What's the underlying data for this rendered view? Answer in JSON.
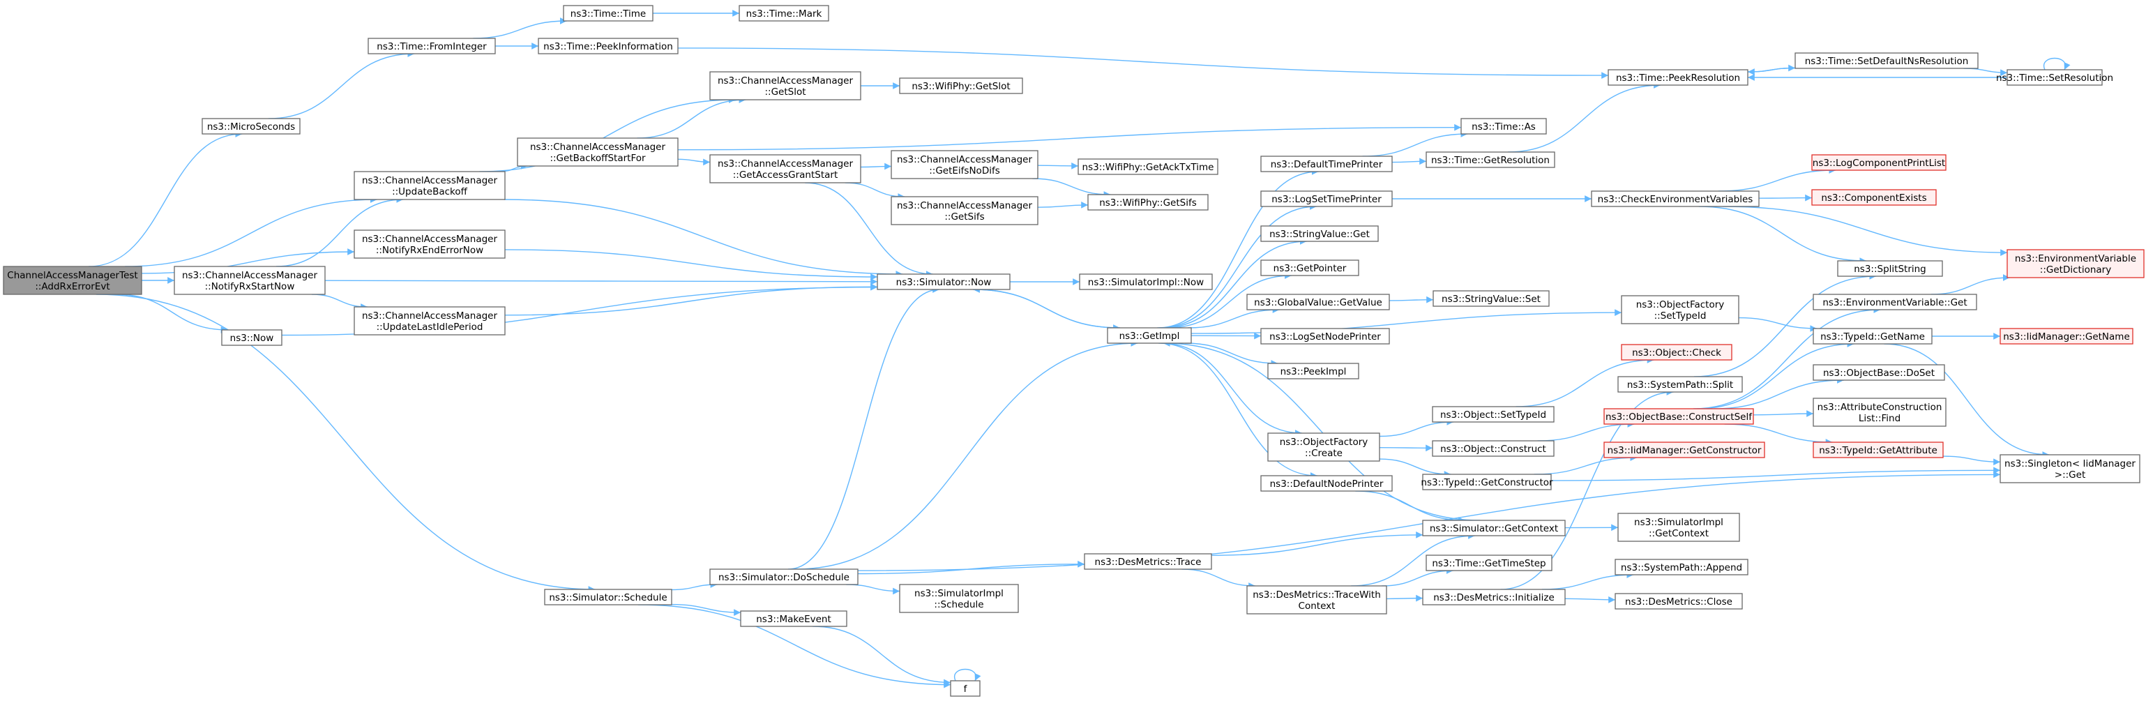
{
  "graph": {
    "title": "",
    "edge_color": "#63b8ff",
    "node_border_color": "#666666",
    "highlight_border_color": "#e0302a",
    "root_fill_color": "#999999",
    "nodes": [
      {
        "id": "root",
        "lines": [
          "ChannelAccessManagerTest",
          "::AddRxErrorEvt"
        ],
        "kind": "root"
      },
      {
        "id": "micro",
        "lines": [
          "ns3::MicroSeconds"
        ]
      },
      {
        "id": "fromint",
        "lines": [
          "ns3::Time::FromInteger"
        ]
      },
      {
        "id": "time",
        "lines": [
          "ns3::Time::Time"
        ]
      },
      {
        "id": "mark",
        "lines": [
          "ns3::Time::Mark"
        ]
      },
      {
        "id": "peekinfo",
        "lines": [
          "ns3::Time::PeekInformation"
        ]
      },
      {
        "id": "peekres",
        "lines": [
          "ns3::Time::PeekResolution"
        ]
      },
      {
        "id": "setdef",
        "lines": [
          "ns3::Time::SetDefaultNsResolution"
        ]
      },
      {
        "id": "setres",
        "lines": [
          "ns3::Time::SetResolution"
        ]
      },
      {
        "id": "getslot",
        "lines": [
          "ns3::ChannelAccessManager",
          "::GetSlot"
        ]
      },
      {
        "id": "physlot",
        "lines": [
          "ns3::WifiPhy::GetSlot"
        ]
      },
      {
        "id": "backoffstart",
        "lines": [
          "ns3::ChannelAccessManager",
          "::GetBackoffStartFor"
        ]
      },
      {
        "id": "timeas",
        "lines": [
          "ns3::Time::As"
        ]
      },
      {
        "id": "updbackoff",
        "lines": [
          "ns3::ChannelAccessManager",
          "::UpdateBackoff"
        ]
      },
      {
        "id": "accessgrant",
        "lines": [
          "ns3::ChannelAccessManager",
          "::GetAccessGrantStart"
        ]
      },
      {
        "id": "eifs",
        "lines": [
          "ns3::ChannelAccessManager",
          "::GetEifsNoDifs"
        ]
      },
      {
        "id": "acktx",
        "lines": [
          "ns3::WifiPhy::GetAckTxTime"
        ]
      },
      {
        "id": "camsifs",
        "lines": [
          "ns3::ChannelAccessManager",
          "::GetSifs"
        ]
      },
      {
        "id": "physifs",
        "lines": [
          "ns3::WifiPhy::GetSifs"
        ]
      },
      {
        "id": "deftimeprinter",
        "lines": [
          "ns3::DefaultTimePrinter"
        ]
      },
      {
        "id": "getres",
        "lines": [
          "ns3::Time::GetResolution"
        ]
      },
      {
        "id": "logtimeprinter",
        "lines": [
          "ns3::LogSetTimePrinter"
        ]
      },
      {
        "id": "checkenv",
        "lines": [
          "ns3::CheckEnvironmentVariables"
        ]
      },
      {
        "id": "logcomp",
        "lines": [
          "ns3::LogComponentPrintList"
        ],
        "kind": "red"
      },
      {
        "id": "compexists",
        "lines": [
          "ns3::ComponentExists"
        ],
        "kind": "red"
      },
      {
        "id": "envdict",
        "lines": [
          "ns3::EnvironmentVariable",
          "::GetDictionary"
        ],
        "kind": "red"
      },
      {
        "id": "rxend",
        "lines": [
          "ns3::ChannelAccessManager",
          "::NotifyRxEndErrorNow"
        ]
      },
      {
        "id": "rxstart",
        "lines": [
          "ns3::ChannelAccessManager",
          "::NotifyRxStartNow"
        ]
      },
      {
        "id": "simnow",
        "lines": [
          "ns3::Simulator::Now"
        ]
      },
      {
        "id": "simimplnow",
        "lines": [
          "ns3::SimulatorImpl::Now"
        ]
      },
      {
        "id": "strget",
        "lines": [
          "ns3::StringValue::Get"
        ]
      },
      {
        "id": "getpointer",
        "lines": [
          "ns3::GetPointer"
        ]
      },
      {
        "id": "splitstring",
        "lines": [
          "ns3::SplitString"
        ]
      },
      {
        "id": "globalget",
        "lines": [
          "ns3::GlobalValue::GetValue"
        ]
      },
      {
        "id": "strset",
        "lines": [
          "ns3::StringValue::Set"
        ]
      },
      {
        "id": "envget",
        "lines": [
          "ns3::EnvironmentVariable::Get"
        ]
      },
      {
        "id": "updidle",
        "lines": [
          "ns3::ChannelAccessManager",
          "::UpdateLastIdlePeriod"
        ]
      },
      {
        "id": "objfactorysettid",
        "lines": [
          "ns3::ObjectFactory",
          "::SetTypeId"
        ]
      },
      {
        "id": "now",
        "lines": [
          "ns3::Now"
        ]
      },
      {
        "id": "getimpl",
        "lines": [
          "ns3::GetImpl"
        ]
      },
      {
        "id": "lognodeprinter",
        "lines": [
          "ns3::LogSetNodePrinter"
        ]
      },
      {
        "id": "tidgetname",
        "lines": [
          "ns3::TypeId::GetName"
        ]
      },
      {
        "id": "iidgetname",
        "lines": [
          "ns3::IidManager::GetName"
        ],
        "kind": "red"
      },
      {
        "id": "peekimpl",
        "lines": [
          "ns3::PeekImpl"
        ]
      },
      {
        "id": "objcheck",
        "lines": [
          "ns3::Object::Check"
        ],
        "kind": "red"
      },
      {
        "id": "syssplit",
        "lines": [
          "ns3::SystemPath::Split"
        ]
      },
      {
        "id": "doset",
        "lines": [
          "ns3::ObjectBase::DoSet"
        ]
      },
      {
        "id": "objsettid",
        "lines": [
          "ns3::Object::SetTypeId"
        ]
      },
      {
        "id": "constructself",
        "lines": [
          "ns3::ObjectBase::ConstructSelf"
        ],
        "kind": "red"
      },
      {
        "id": "attrfind",
        "lines": [
          "ns3::AttributeConstruction",
          "List::Find"
        ]
      },
      {
        "id": "objfactorycreate",
        "lines": [
          "ns3::ObjectFactory",
          "::Create"
        ]
      },
      {
        "id": "objconstruct",
        "lines": [
          "ns3::Object::Construct"
        ]
      },
      {
        "id": "iidgetctor",
        "lines": [
          "ns3::IidManager::GetConstructor"
        ],
        "kind": "red"
      },
      {
        "id": "tidgetattr",
        "lines": [
          "ns3::TypeId::GetAttribute"
        ],
        "kind": "red"
      },
      {
        "id": "tidgetctor",
        "lines": [
          "ns3::TypeId::GetConstructor"
        ]
      },
      {
        "id": "singleton",
        "lines": [
          "ns3::Singleton< IidManager",
          ">::Get"
        ]
      },
      {
        "id": "defnodeprinter",
        "lines": [
          "ns3::DefaultNodePrinter"
        ]
      },
      {
        "id": "simgetctx",
        "lines": [
          "ns3::Simulator::GetContext"
        ]
      },
      {
        "id": "simimplgetctx",
        "lines": [
          "ns3::SimulatorImpl",
          "::GetContext"
        ]
      },
      {
        "id": "desmtrace",
        "lines": [
          "ns3::DesMetrics::Trace"
        ]
      },
      {
        "id": "simsched",
        "lines": [
          "ns3::Simulator::Schedule"
        ]
      },
      {
        "id": "dosched",
        "lines": [
          "ns3::Simulator::DoSchedule"
        ]
      },
      {
        "id": "simimplsched",
        "lines": [
          "ns3::SimulatorImpl",
          "::Schedule"
        ]
      },
      {
        "id": "timestep",
        "lines": [
          "ns3::Time::GetTimeStep"
        ]
      },
      {
        "id": "sysappend",
        "lines": [
          "ns3::SystemPath::Append"
        ]
      },
      {
        "id": "desmtracectx",
        "lines": [
          "ns3::DesMetrics::TraceWith",
          "Context"
        ]
      },
      {
        "id": "desminit",
        "lines": [
          "ns3::DesMetrics::Initialize"
        ]
      },
      {
        "id": "desmclose",
        "lines": [
          "ns3::DesMetrics::Close"
        ]
      },
      {
        "id": "makeevent",
        "lines": [
          "ns3::MakeEvent"
        ]
      },
      {
        "id": "f",
        "lines": [
          "f"
        ]
      }
    ]
  }
}
